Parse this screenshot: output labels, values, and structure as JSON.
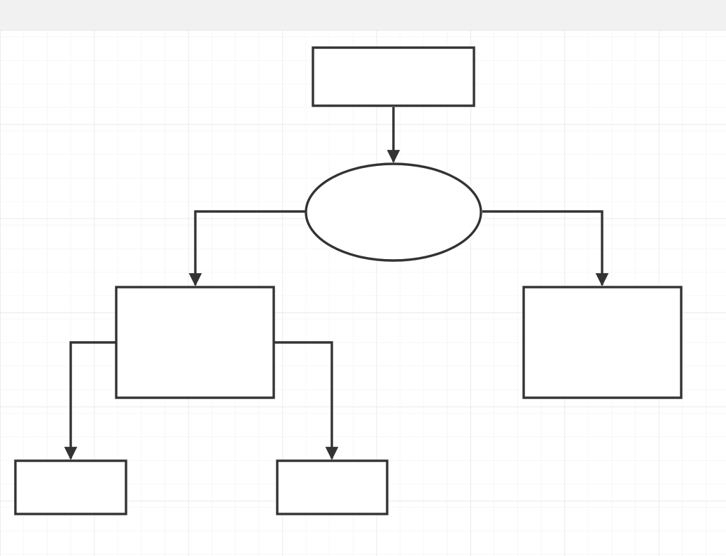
{
  "colors": {
    "toolbar_bg": "#f1f1f1",
    "canvas_bg": "#ffffff",
    "grid_minor": "#efefef",
    "grid_major": "#e3e3e3",
    "stroke": "#333333",
    "shape_fill": "#ffffff"
  },
  "diagram": {
    "shapes": [
      {
        "id": "top-process",
        "type": "rectangle",
        "label": ""
      },
      {
        "id": "decision",
        "type": "ellipse",
        "label": ""
      },
      {
        "id": "left-process",
        "type": "rectangle",
        "label": ""
      },
      {
        "id": "right-process",
        "type": "rectangle",
        "label": ""
      },
      {
        "id": "bottom-left-process",
        "type": "rectangle",
        "label": ""
      },
      {
        "id": "bottom-right-process",
        "type": "rectangle",
        "label": ""
      }
    ],
    "connectors": [
      {
        "from": "top-process",
        "to": "decision"
      },
      {
        "from": "decision",
        "to": "left-process"
      },
      {
        "from": "decision",
        "to": "right-process"
      },
      {
        "from": "left-process",
        "to": "bottom-left-process"
      },
      {
        "from": "left-process",
        "to": "bottom-right-process"
      }
    ]
  }
}
